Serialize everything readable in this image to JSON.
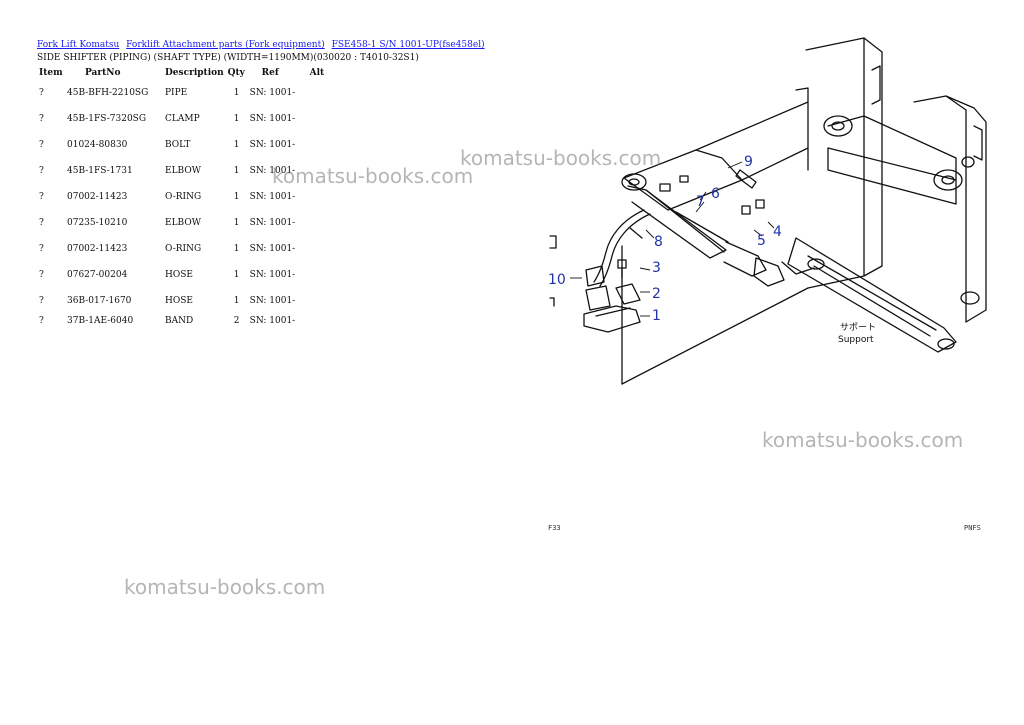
{
  "breadcrumb": {
    "link1": "Fork Lift Komatsu",
    "link2": "Forklift Attachment parts (Fork equipment)",
    "link3": "FSE458-1 S/N 1001-UP(fse458el)"
  },
  "subtitle": "SIDE SHIFTER (PIPING) (SHAFT TYPE) (WIDTH=1190MM)(030020 : T4010-32S1)",
  "table": {
    "headers": {
      "item": "Item",
      "partno": "PartNo",
      "description": "Description",
      "qty": "Qty",
      "ref": "Ref",
      "alt": "Alt"
    },
    "rows": [
      {
        "item": "?",
        "partno": "45B-BFH-2210SG",
        "description": "PIPE",
        "qty": "1",
        "ref": "SN: 1001-",
        "alt": ""
      },
      {
        "item": "?",
        "partno": "45B-1FS-7320SG",
        "description": "CLAMP",
        "qty": "1",
        "ref": "SN: 1001-",
        "alt": ""
      },
      {
        "item": "?",
        "partno": "01024-80830",
        "description": "BOLT",
        "qty": "1",
        "ref": "SN: 1001-",
        "alt": ""
      },
      {
        "item": "?",
        "partno": "45B-1FS-1731",
        "description": "ELBOW",
        "qty": "1",
        "ref": "SN: 1001-",
        "alt": ""
      },
      {
        "item": "?",
        "partno": "07002-11423",
        "description": "O-RING",
        "qty": "1",
        "ref": "SN: 1001-",
        "alt": ""
      },
      {
        "item": "?",
        "partno": "07235-10210",
        "description": "ELBOW",
        "qty": "1",
        "ref": "SN: 1001-",
        "alt": ""
      },
      {
        "item": "?",
        "partno": "07002-11423",
        "description": "O-RING",
        "qty": "1",
        "ref": "SN: 1001-",
        "alt": ""
      },
      {
        "item": "?",
        "partno": "07627-00204",
        "description": "HOSE",
        "qty": "1",
        "ref": "SN: 1001-",
        "alt": ""
      },
      {
        "item": "?",
        "partno": "36B-017-1670",
        "description": "HOSE",
        "qty": "1",
        "ref": "SN: 1001-",
        "alt": ""
      },
      {
        "item": "?",
        "partno": "37B-1AE-6040",
        "description": "BAND",
        "qty": "2",
        "ref": "SN: 1001-",
        "alt": ""
      }
    ]
  },
  "watermark_text": "komatsu-books.com",
  "diagram": {
    "callouts": [
      "1",
      "2",
      "3",
      "4",
      "5",
      "6",
      "7",
      "8",
      "9",
      "10"
    ],
    "support_jp": "サポート",
    "support_en": "Support",
    "page_left": "F33",
    "page_right": "PNFS",
    "callout_color": "#2233aa"
  }
}
